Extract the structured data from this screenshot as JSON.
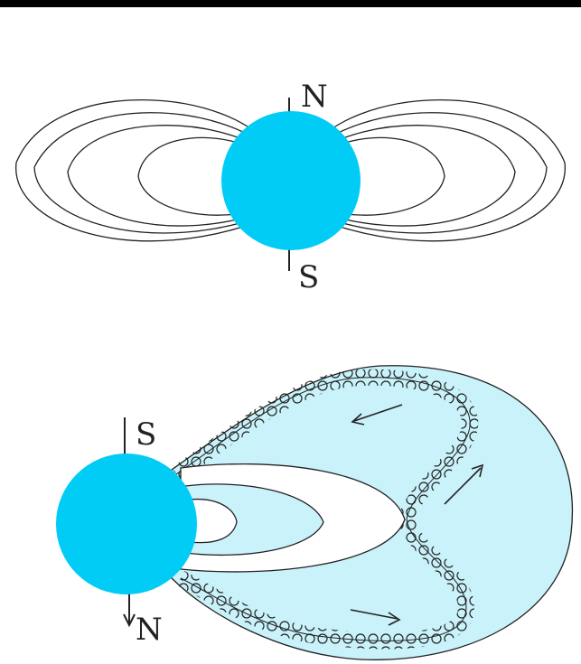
{
  "colors": {
    "planet": "#00ccf5",
    "field_line": "#222222",
    "magnetosphere_fill": "#c9f2fa",
    "inner_fill": "#ffffff",
    "frame": "#000000"
  },
  "top_diagram": {
    "north_label": "N",
    "south_label": "S"
  },
  "bottom_diagram": {
    "south_label": "S",
    "north_label": "N"
  }
}
